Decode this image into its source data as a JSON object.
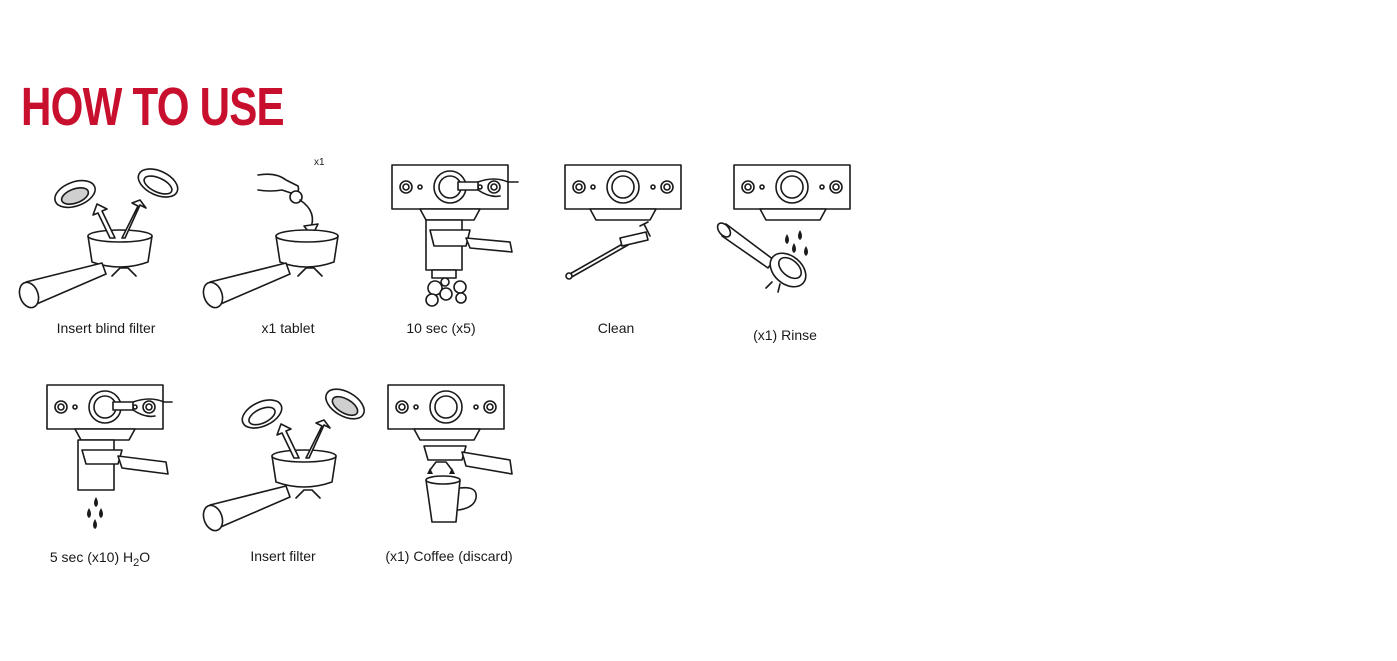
{
  "page": {
    "title": "HOW TO USE",
    "accent_color": "#c8102e"
  },
  "steps": [
    {
      "caption": "Insert blind filter",
      "icon": "portafilter-insert-blind-filter"
    },
    {
      "caption": "x1 tablet",
      "tag": "x1",
      "icon": "hand-drop-tablet"
    },
    {
      "caption": "10 sec (x5)",
      "icon": "machine-hand-lever-bubbles"
    },
    {
      "caption": "Clean",
      "icon": "machine-cleaning-brush"
    },
    {
      "caption": "(x1) Rinse",
      "icon": "portafilter-rinse-drops"
    },
    {
      "caption_main": "5 sec (x10) H",
      "caption_sub": "2",
      "caption_tail": "O",
      "icon": "machine-hand-water-drops"
    },
    {
      "caption": "Insert filter",
      "icon": "portafilter-insert-filter"
    },
    {
      "caption": "(x1) Coffee (discard)",
      "icon": "machine-coffee-cup"
    }
  ]
}
